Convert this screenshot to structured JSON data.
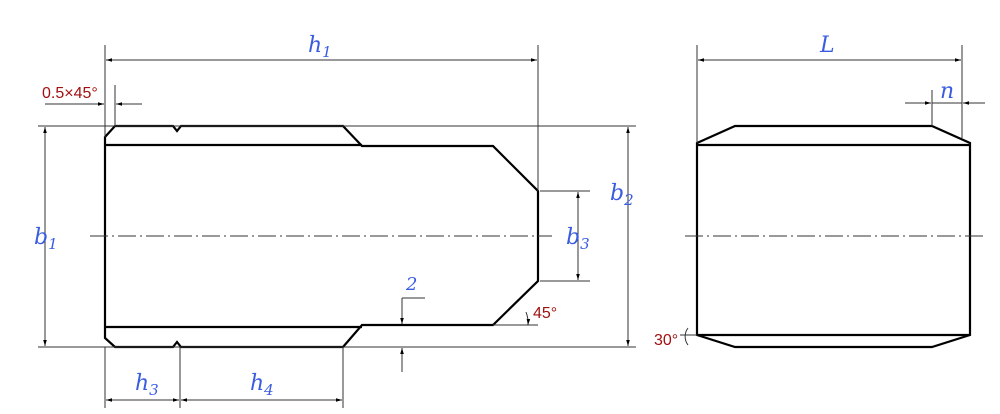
{
  "labels": {
    "h1": {
      "main": "h",
      "sub": "1"
    },
    "b1": {
      "main": "b",
      "sub": "1"
    },
    "b2": {
      "main": "b",
      "sub": "2"
    },
    "b3": {
      "main": "b",
      "sub": "3"
    },
    "h3": {
      "main": "h",
      "sub": "3"
    },
    "h4": {
      "main": "h",
      "sub": "4"
    },
    "L": "L",
    "n": "n",
    "two": "2"
  },
  "annotations": {
    "chamfer": "0.5×45°",
    "angle45": "45°",
    "angle30": "30°"
  },
  "colors": {
    "dimension": "#3a5ce0",
    "annotation": "#a01010"
  }
}
